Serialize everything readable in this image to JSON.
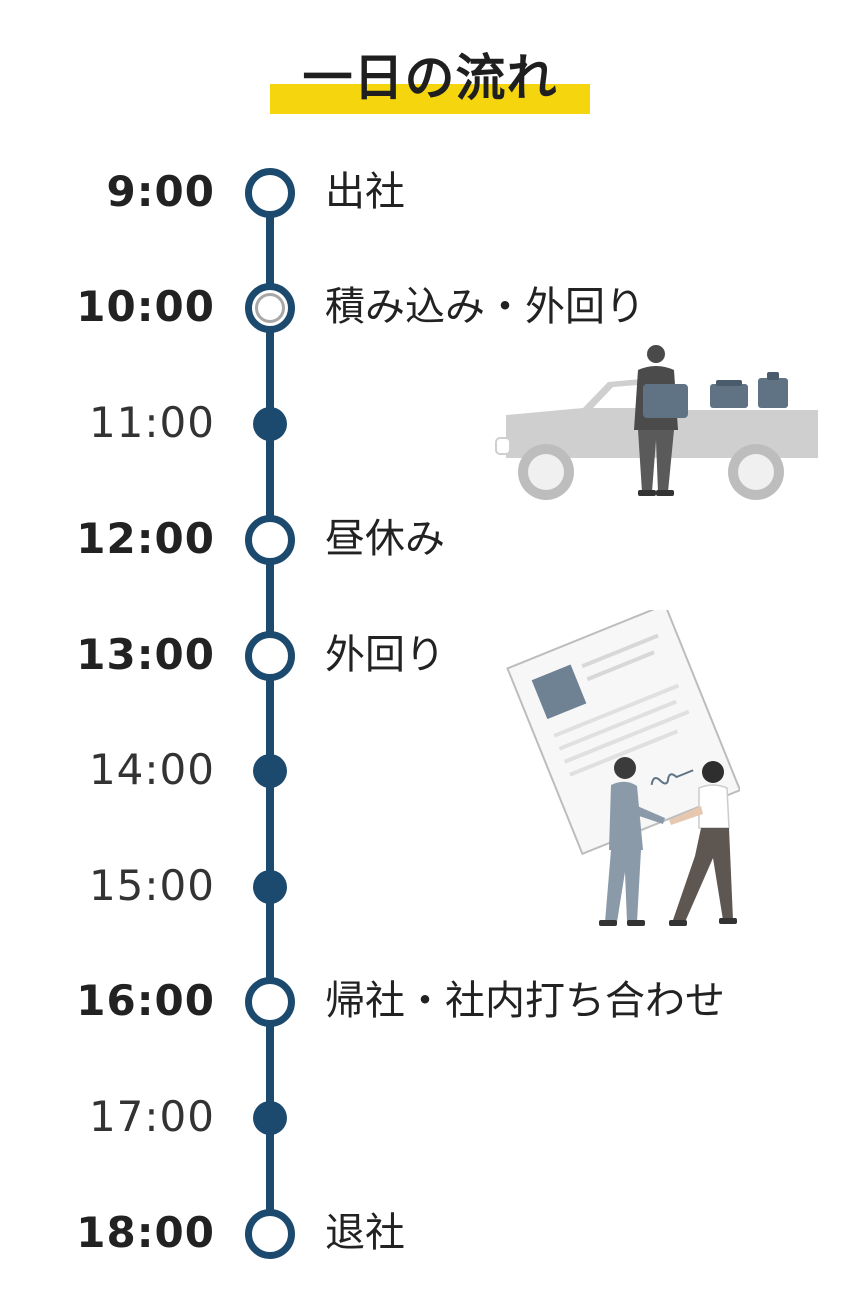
{
  "title": "一日の流れ",
  "colors": {
    "accent": "#1c4a6e",
    "highlight": "#f5d60e",
    "illustration_gray": "#cfcfcf",
    "illustration_slate": "#5f7385"
  },
  "schedule": [
    {
      "time": "9:00",
      "event": "出社",
      "marker": "open"
    },
    {
      "time": "10:00",
      "event": "積み込み・外回り",
      "marker": "open-double"
    },
    {
      "time": "11:00",
      "event": "",
      "marker": "dot"
    },
    {
      "time": "12:00",
      "event": "昼休み",
      "marker": "open"
    },
    {
      "time": "13:00",
      "event": "外回り",
      "marker": "open"
    },
    {
      "time": "14:00",
      "event": "",
      "marker": "dot"
    },
    {
      "time": "15:00",
      "event": "",
      "marker": "dot"
    },
    {
      "time": "16:00",
      "event": "帰社・社内打ち合わせ",
      "marker": "open"
    },
    {
      "time": "17:00",
      "event": "",
      "marker": "dot"
    },
    {
      "time": "18:00",
      "event": "退社",
      "marker": "open"
    }
  ],
  "illustrations": {
    "truck": "delivery-truck-with-worker-icon",
    "handshake": "contract-handshake-icon"
  }
}
